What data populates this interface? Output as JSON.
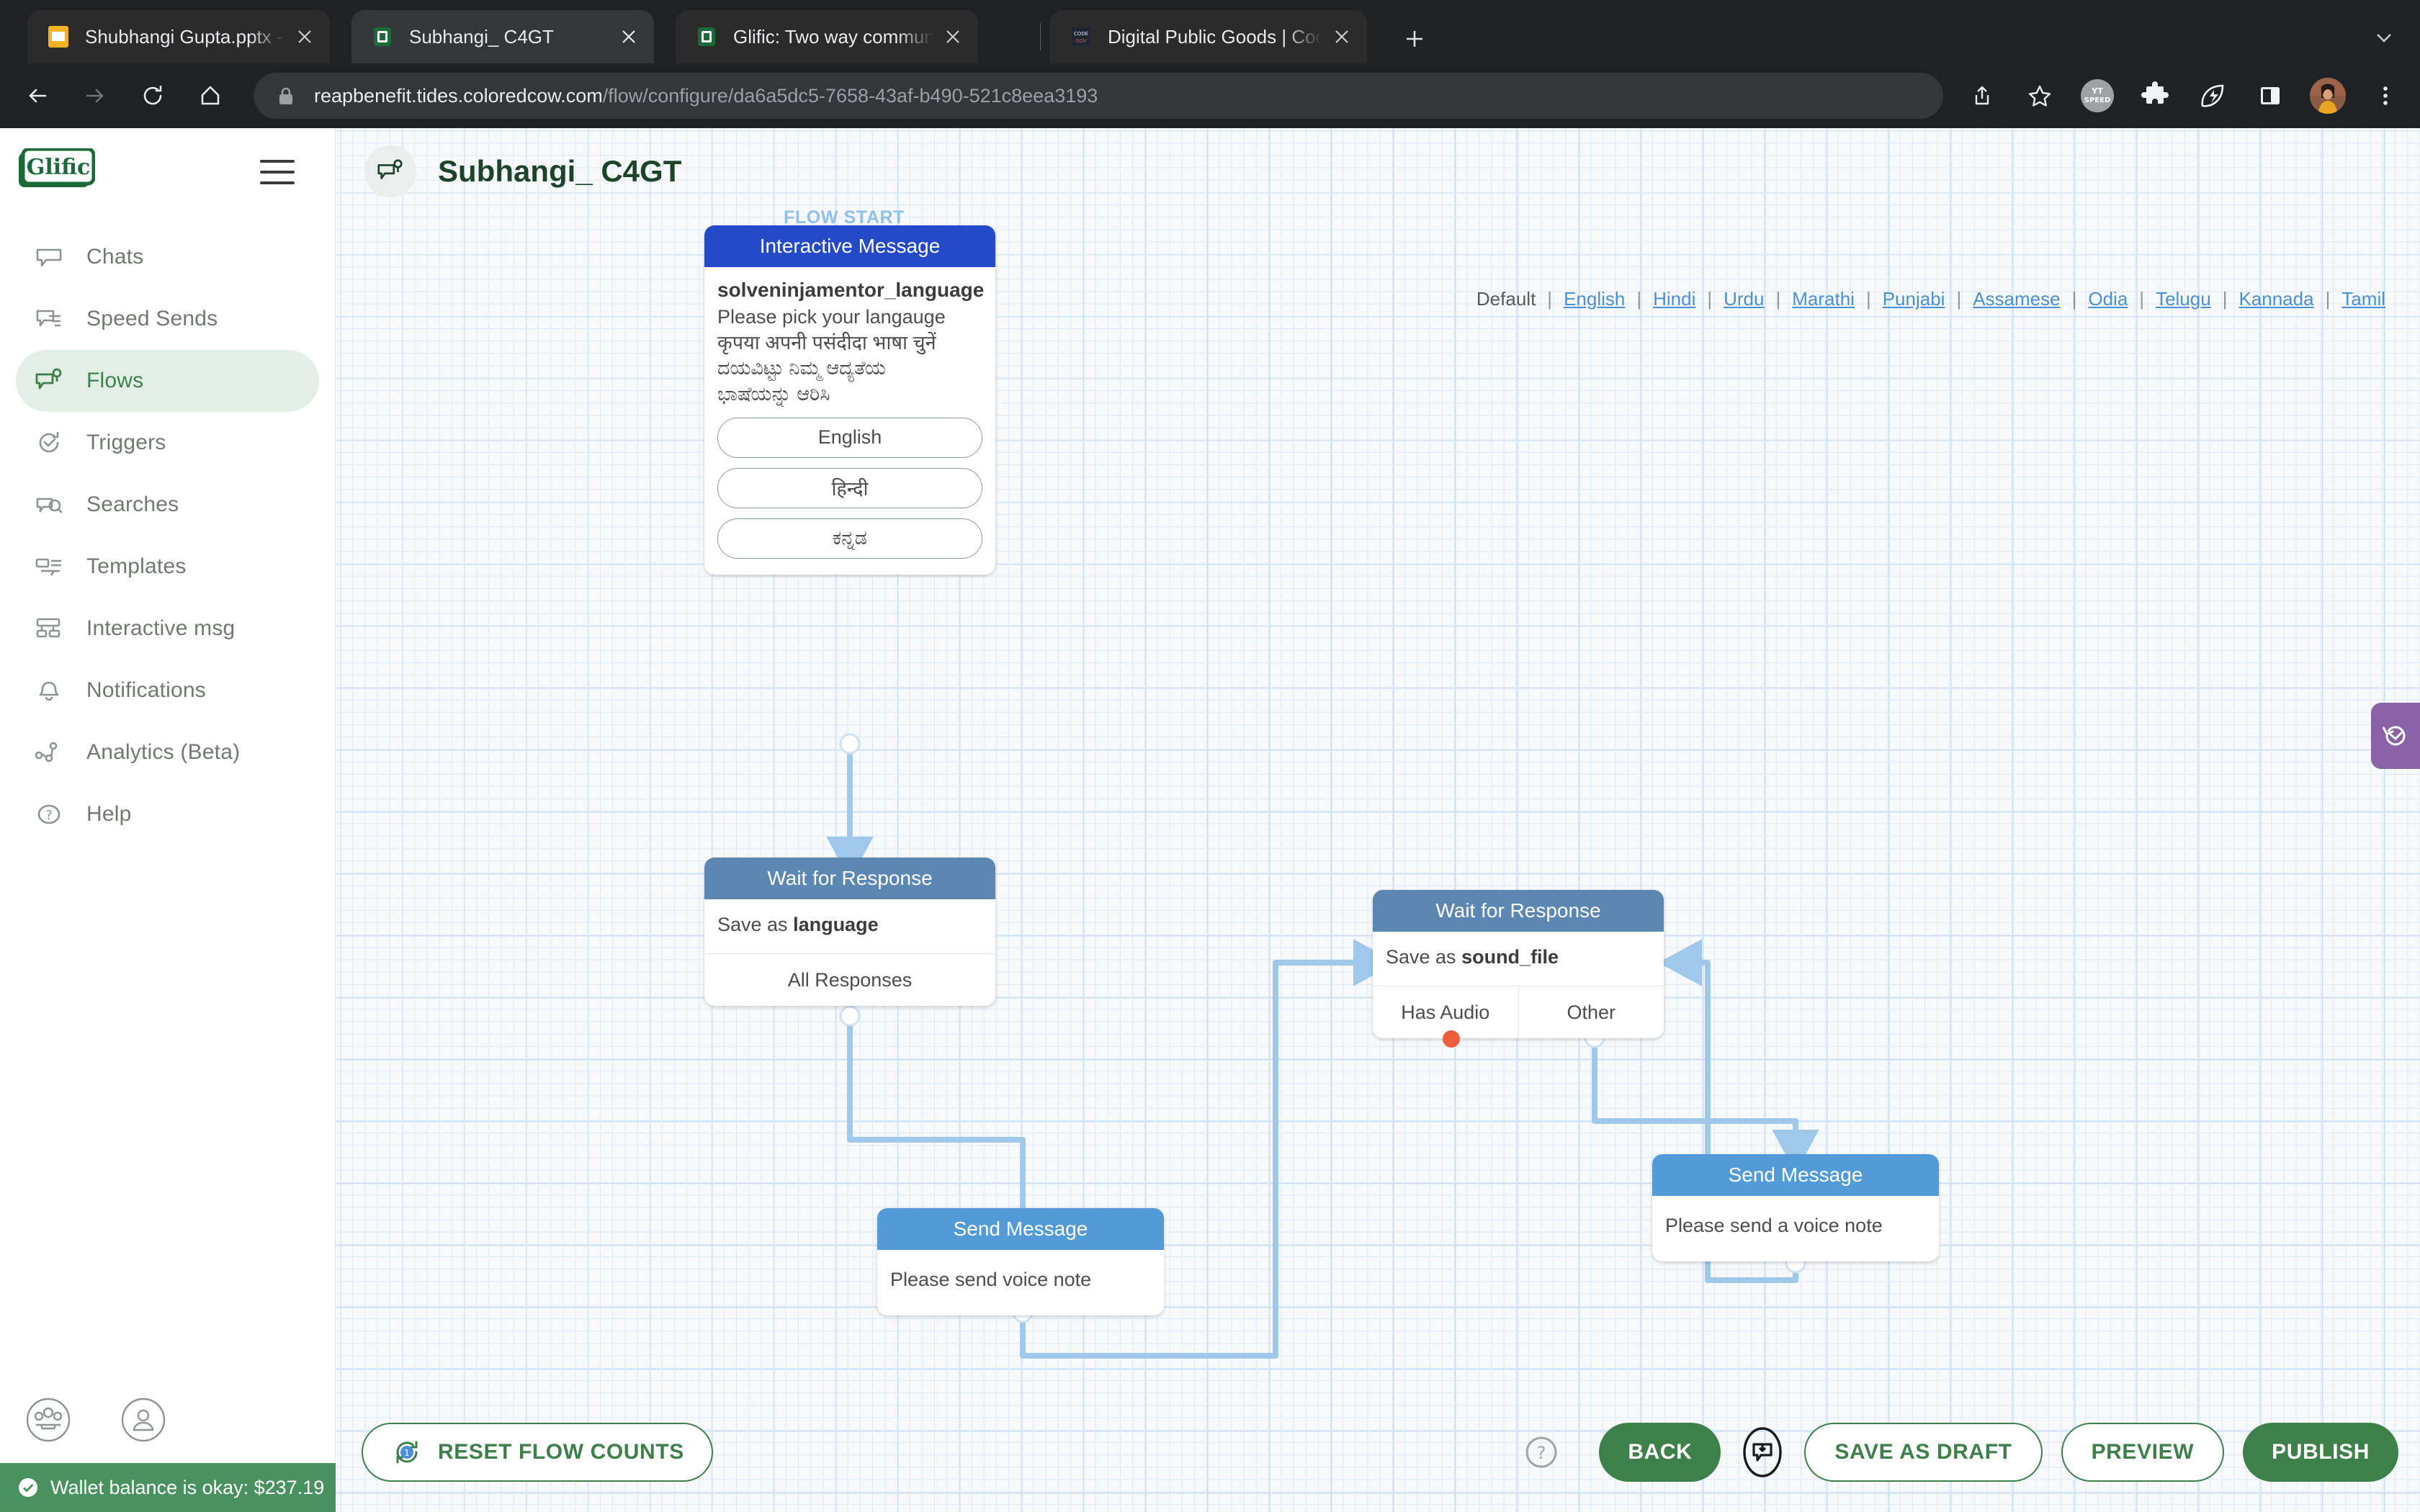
{
  "browser": {
    "tabs": [
      {
        "title": "Shubhangi Gupta.pptx - Google Slides",
        "favicon": "slides-icon",
        "active": false
      },
      {
        "title": "Subhangi_ C4GT",
        "favicon": "glific-icon",
        "active": true
      },
      {
        "title": "Glific: Two way communication",
        "favicon": "glific-icon",
        "active": false
      },
      {
        "title": "Digital Public Goods | Code for GovTech",
        "favicon": "c4gt-icon",
        "active": false
      }
    ],
    "new_tab_label": "+",
    "nav": {
      "back": "back-arrow-icon",
      "forward": "forward-arrow-icon",
      "reload": "reload-icon",
      "home": "home-icon"
    },
    "omnibox": {
      "lock": "lock-icon",
      "host": "reapbenefit.tides.coloredcow.com",
      "path": "/flow/configure/da6a5dc5-7658-43af-b490-521c8eea3193"
    },
    "actions": [
      "share-icon",
      "bookmark-star-icon",
      "yt-speed-extension-icon",
      "extensions-puzzle-icon",
      "leaf-extension-icon",
      "side-panel-icon",
      "profile-avatar",
      "more-vertical-icon"
    ]
  },
  "sidebar": {
    "brand": "Glific",
    "menu_toggle": "hamburger-icon",
    "items": [
      {
        "label": "Chats",
        "icon": "chat-icon",
        "active": false
      },
      {
        "label": "Speed Sends",
        "icon": "speed-send-icon",
        "active": false
      },
      {
        "label": "Flows",
        "icon": "flow-icon",
        "active": true
      },
      {
        "label": "Triggers",
        "icon": "trigger-clock-icon",
        "active": false
      },
      {
        "label": "Searches",
        "icon": "search-chat-icon",
        "active": false
      },
      {
        "label": "Templates",
        "icon": "template-icon",
        "active": false
      },
      {
        "label": "Interactive msg",
        "icon": "interactive-msg-icon",
        "active": false
      },
      {
        "label": "Notifications",
        "icon": "bell-icon",
        "active": false
      },
      {
        "label": "Analytics (Beta)",
        "icon": "analytics-icon",
        "active": false
      },
      {
        "label": "Help",
        "icon": "help-circle-icon",
        "active": false
      }
    ],
    "bottom_icons": [
      "collections-icon",
      "account-circle-icon"
    ],
    "wallet": {
      "icon": "check-circle-icon",
      "text": "Wallet balance is okay: $237.19",
      "color": "#4a9160"
    }
  },
  "flow": {
    "title": "Subhangi_ C4GT",
    "title_icon": "flow-icon",
    "languages": {
      "default_label": "Default",
      "separator": "|",
      "options": [
        "English",
        "Hindi",
        "Urdu",
        "Marathi",
        "Punjabi",
        "Assamese",
        "Odia",
        "Telugu",
        "Kannada",
        "Tamil"
      ]
    },
    "flow_start_label": "FLOW START",
    "history_button": "history-restore-icon",
    "nodes": {
      "interactive_message": {
        "header": "Interactive Message",
        "header_color": "#2449c9",
        "name": "solveninjamentor_language",
        "body_lines": [
          "Please pick your langauge",
          "कृपया अपनी पसंदीदा भाषा चुनें",
          "ದಯವಿಟ್ಟು ನಿಮ್ಮ ಆದ್ಯತೆಯ",
          "ಭಾಷೆಯನ್ನು ಆರಿಸಿ"
        ],
        "options": [
          "English",
          "हिन्दी",
          "ಕನ್ನಡ"
        ]
      },
      "wait_language": {
        "header": "Wait for Response",
        "header_color": "#5c87b3",
        "save_prefix": "Save as ",
        "save_var": "language",
        "exits": [
          "All Responses"
        ]
      },
      "wait_sound_file": {
        "header": "Wait for Response",
        "header_color": "#5c87b3",
        "save_prefix": "Save as ",
        "save_var": "sound_file",
        "exits": [
          "Has Audio",
          "Other"
        ]
      },
      "send_left": {
        "header": "Send Message",
        "header_color": "#539bd8",
        "text": "Please send voice note"
      },
      "send_right": {
        "header": "Send Message",
        "header_color": "#539bd8",
        "text": "Please send a voice note"
      }
    }
  },
  "bottom_bar": {
    "reset_button": {
      "label": "RESET FLOW COUNTS",
      "icon": "reset-flow-count-icon",
      "badge": "1"
    },
    "help_icon": "help-circle-icon",
    "back_button": "BACK",
    "save_icon_button": "save-flow-icon",
    "save_draft_button": "SAVE AS DRAFT",
    "preview_button": "PREVIEW",
    "publish_button": "PUBLISH"
  },
  "colors": {
    "brand_green": "#3d8049",
    "node_interactive": "#2449c9",
    "node_wait": "#5c87b3",
    "node_send": "#539bd8",
    "edge": "#9fc8ea",
    "history_purple": "#8a62a8",
    "error_dot": "#ef5c3c"
  }
}
